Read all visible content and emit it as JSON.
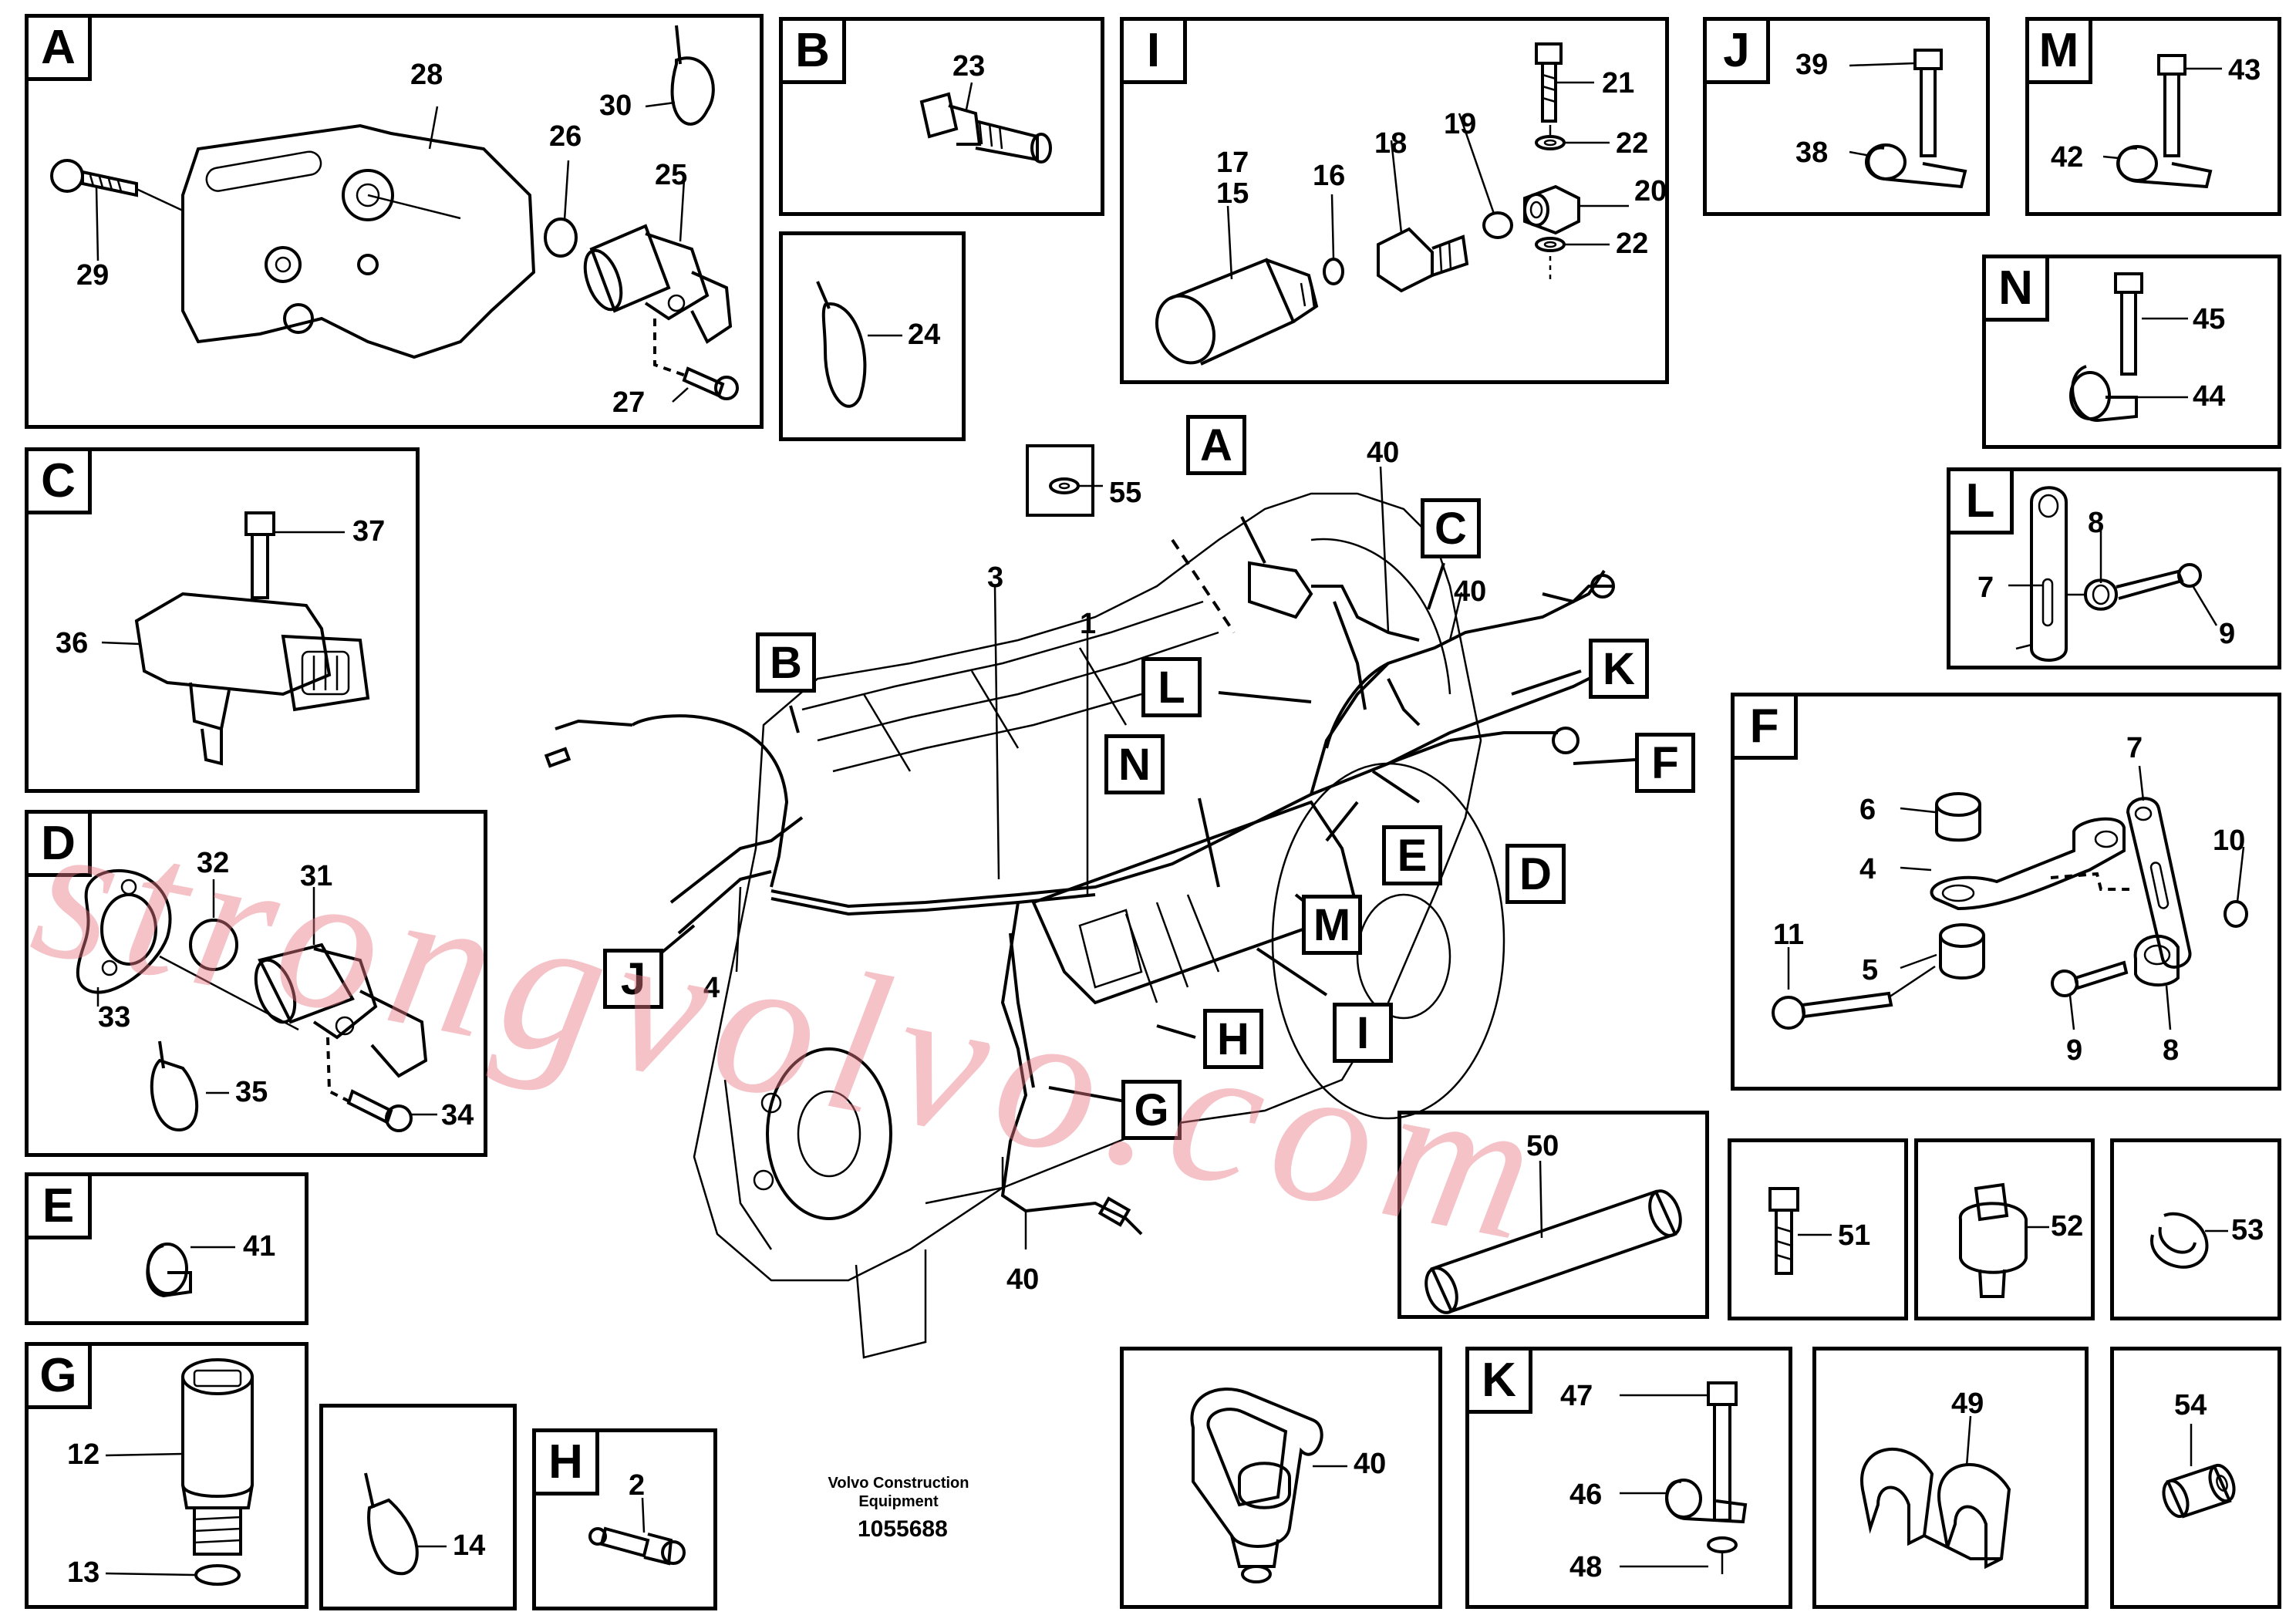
{
  "watermark": "strongvolvo.com",
  "credit_line1": "Volvo Construction",
  "credit_line2": "Equipment",
  "doc_number": "1055688",
  "panels": {
    "A": {
      "letter": "A",
      "labels": {
        "p28": "28",
        "p30": "30",
        "p26": "26",
        "p25": "25",
        "p29": "29",
        "p27": "27"
      }
    },
    "B": {
      "letter": "B",
      "labels": {
        "p23": "23"
      }
    },
    "I": {
      "letter": "I",
      "labels": {
        "p17": "17",
        "p15": "15",
        "p16": "16",
        "p18": "18",
        "p19": "19",
        "p21": "21",
        "p22a": "22",
        "p20": "20",
        "p22b": "22"
      }
    },
    "J": {
      "letter": "J",
      "labels": {
        "p39": "39",
        "p38": "38"
      }
    },
    "M": {
      "letter": "M",
      "labels": {
        "p43": "43",
        "p42": "42"
      }
    },
    "N": {
      "letter": "N",
      "labels": {
        "p45": "45",
        "p44": "44"
      }
    },
    "L": {
      "letter": "L",
      "labels": {
        "p8": "8",
        "p7": "7",
        "p9": "9"
      }
    },
    "F": {
      "letter": "F",
      "labels": {
        "p7": "7",
        "p6": "6",
        "p4": "4",
        "p10": "10",
        "p11": "11",
        "p5": "5",
        "p9": "9",
        "p8": "8"
      }
    },
    "C": {
      "letter": "C",
      "labels": {
        "p37": "37",
        "p36": "36"
      }
    },
    "D": {
      "letter": "D",
      "labels": {
        "p32": "32",
        "p31": "31",
        "p33": "33",
        "p35": "35",
        "p34": "34"
      }
    },
    "E": {
      "letter": "E",
      "labels": {
        "p41": "41"
      }
    },
    "G": {
      "letter": "G",
      "labels": {
        "p12": "12",
        "p13": "13"
      }
    },
    "H": {
      "letter": "H",
      "labels": {
        "p2": "2"
      }
    },
    "K": {
      "letter": "K",
      "labels": {
        "p47": "47",
        "p46": "46",
        "p48": "48"
      }
    },
    "p24": {
      "labels": {
        "p24": "24"
      }
    },
    "p14": {
      "labels": {
        "p14": "14"
      }
    },
    "p50": {
      "labels": {
        "p50": "50"
      }
    },
    "p51": {
      "labels": {
        "p51": "51"
      }
    },
    "p52": {
      "labels": {
        "p52": "52"
      }
    },
    "p53": {
      "labels": {
        "p53": "53"
      }
    },
    "p54": {
      "labels": {
        "p54": "54"
      }
    },
    "p49": {
      "labels": {
        "p49": "49"
      }
    },
    "p40": {
      "labels": {
        "p40": "40"
      }
    }
  },
  "main": {
    "callouts": {
      "A": "A",
      "B": "B",
      "C": "C",
      "D": "D",
      "E": "E",
      "F": "F",
      "G": "G",
      "H": "H",
      "I": "I",
      "J": "J",
      "K": "K",
      "L": "L",
      "M": "M",
      "N": "N"
    },
    "labels": {
      "p55": "55",
      "p40a": "40",
      "p40b": "40",
      "p40c": "40",
      "p3": "3",
      "p1": "1",
      "p4": "4"
    }
  }
}
